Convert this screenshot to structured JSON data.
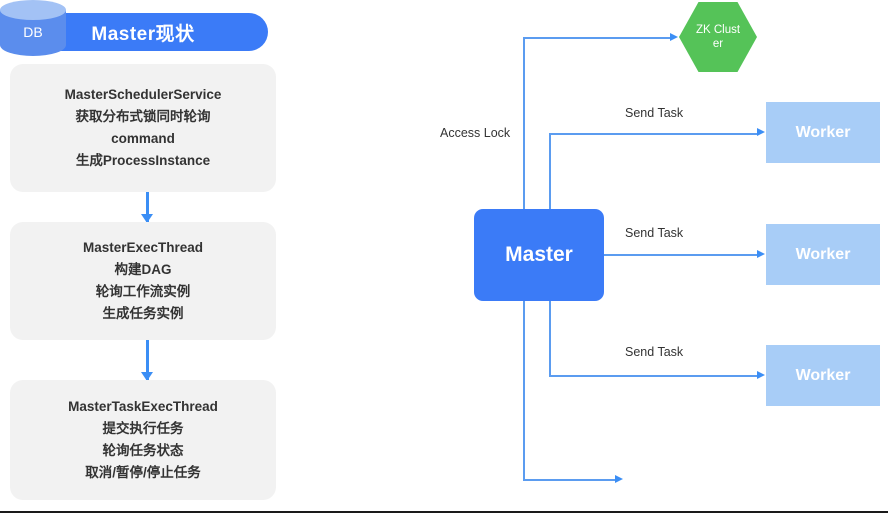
{
  "title": {
    "label": "Master现状"
  },
  "left_column": {
    "boxes": [
      {
        "name": "master-scheduler-service",
        "lines": [
          "MasterSchedulerService",
          "获取分布式锁同时轮询",
          "command",
          "生成ProcessInstance"
        ]
      },
      {
        "name": "master-exec-thread",
        "lines": [
          "MasterExecThread",
          "构建DAG",
          "轮询工作流实例",
          "生成任务实例"
        ]
      },
      {
        "name": "master-task-exec-thread",
        "lines": [
          "MasterTaskExecThread",
          "提交执行任务",
          "轮询任务状态",
          "取消/暂停/停止任务"
        ]
      }
    ]
  },
  "diagram": {
    "master": {
      "label": "Master"
    },
    "zk_cluster": {
      "label": "ZK Cluster"
    },
    "db": {
      "label": "DB"
    },
    "workers": [
      {
        "label": "Worker"
      },
      {
        "label": "Worker"
      },
      {
        "label": "Worker"
      }
    ],
    "edges": [
      {
        "name": "access-lock",
        "label": "Access Lock"
      },
      {
        "name": "send-task-1",
        "label": "Send Task"
      },
      {
        "name": "send-task-2",
        "label": "Send Task"
      },
      {
        "name": "send-task-3",
        "label": "Send Task"
      }
    ]
  },
  "colors": {
    "accent_blue": "#3b7bf7",
    "light_blue": "#a8cdf7",
    "green": "#55c358",
    "box_gray": "#f2f2f2",
    "connector_blue": "#5b9cf0",
    "db_blue": "#5b8ded"
  }
}
